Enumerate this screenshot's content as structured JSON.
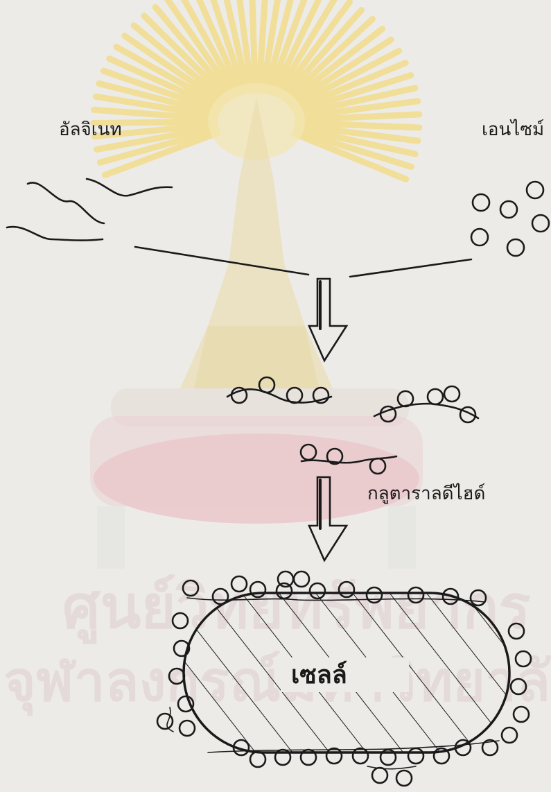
{
  "labels": {
    "alginate": "อัลจิเนท",
    "enzyme": "เอนไซม์",
    "glutaraldehyde": "กลูตาราลดีไฮด์",
    "cell": "เซลล์"
  },
  "watermark": {
    "line1": "ศูนย์วิทยทรัพยากร",
    "line2": "จุฬาลงกรณ์มหาวิทยาลัย",
    "emblem": "chulalongkorn-university-emblem"
  },
  "colors": {
    "ink": "#1a1a1a",
    "paper": "#ecebe7",
    "watermark_gold": "#f2dc8a",
    "watermark_pink": "#e9b9c2",
    "watermark_text": "#e2cfd2"
  }
}
